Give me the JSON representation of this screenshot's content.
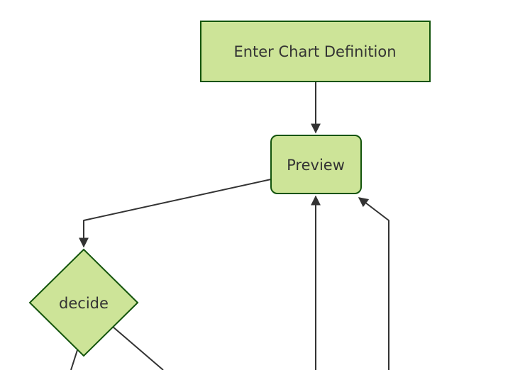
{
  "diagram": {
    "type": "flowchart",
    "direction": "top-down",
    "background_color": "#ffffff",
    "theme": {
      "node_fill": "#cde498",
      "node_border": "#13540c",
      "edge_color": "#333333",
      "arrowhead_color": "#333333",
      "label_color": "#333333"
    },
    "nodes": [
      {
        "id": "enter-chart-definition",
        "label": "Enter Chart Definition",
        "shape": "rectangle"
      },
      {
        "id": "preview",
        "label": "Preview",
        "shape": "rounded-rectangle"
      },
      {
        "id": "decide",
        "label": "decide",
        "shape": "diamond"
      }
    ],
    "edges": [
      {
        "from": "enter-chart-definition",
        "to": "preview",
        "arrowhead": true
      },
      {
        "from": "preview",
        "to": "decide",
        "arrowhead": true
      },
      {
        "from": "decide",
        "to": "offscreen-bottom-left",
        "arrowhead": false
      },
      {
        "from": "decide",
        "to": "offscreen-bottom-right",
        "arrowhead": false
      },
      {
        "from": "offscreen-bottom-center",
        "to": "preview",
        "arrowhead": true
      },
      {
        "from": "offscreen-bottom-right",
        "to": "preview",
        "arrowhead": true
      }
    ]
  }
}
